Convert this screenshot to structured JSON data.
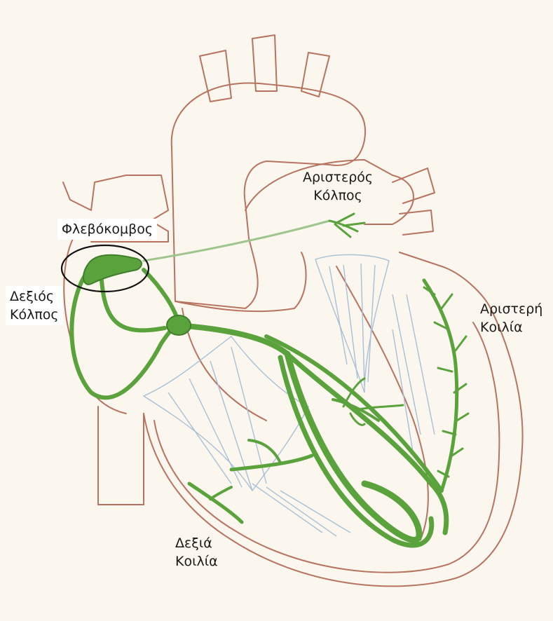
{
  "labels": {
    "sa_node": "Φλεβόκομβος",
    "right_atrium": [
      "Δεξιός",
      "Κόλπος"
    ],
    "left_atrium": [
      "Αριστερός",
      "Κόλπος"
    ],
    "left_ventricle": [
      "Αριστερή",
      "Κοιλία"
    ],
    "right_ventricle": [
      "Δεξιά",
      "Κοιλία"
    ]
  },
  "colors": {
    "background": "#fbf7ee",
    "outline": "#b7735f",
    "conduction": "#5aa33c",
    "conduction_dark": "#3f7f2c",
    "valves": "#a9bfd6",
    "ellipse": "#111111"
  }
}
